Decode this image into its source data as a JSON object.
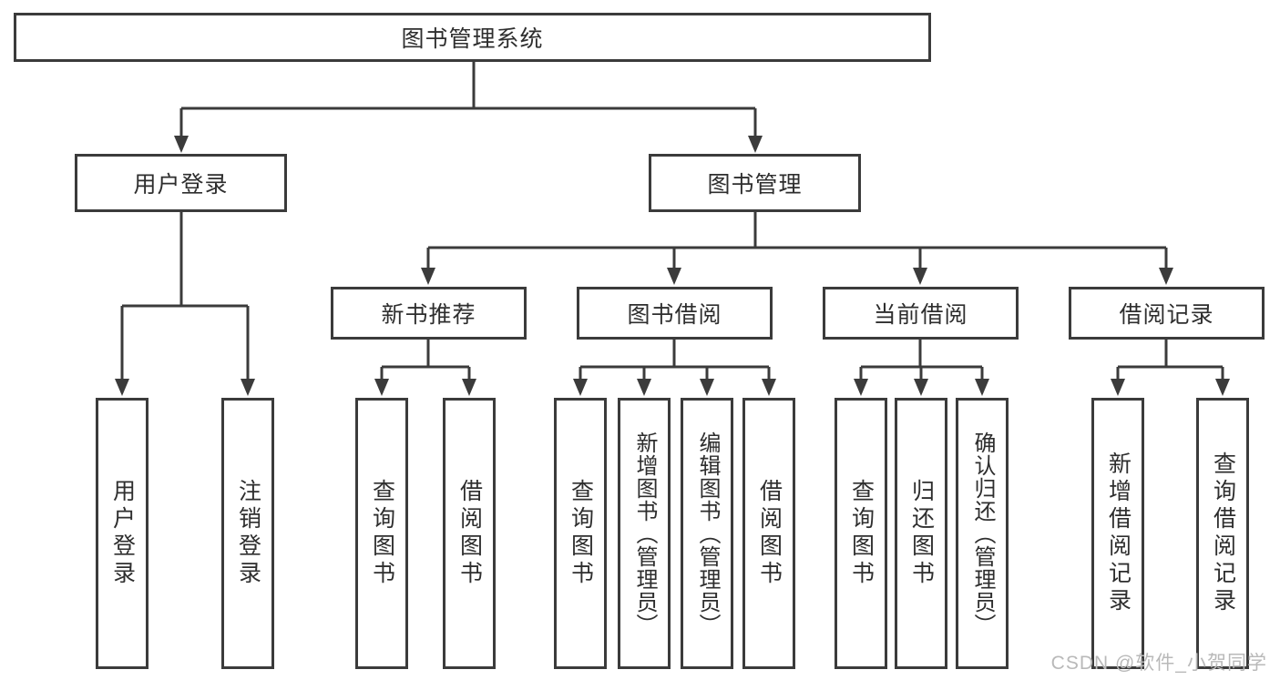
{
  "diagram": {
    "root": {
      "label": "图书管理系统"
    },
    "branches": {
      "user_login": {
        "label": "用户登录",
        "children": [
          "用户登录",
          "注销登录"
        ]
      },
      "book_management": {
        "label": "图书管理",
        "sections": {
          "new_book_recommendation": {
            "label": "新书推荐",
            "children": [
              "查询图书",
              "借阅图书"
            ]
          },
          "book_borrowing": {
            "label": "图书借阅",
            "children": [
              "查询图书",
              "新增图书（管理员）",
              "编辑图书（管理员）",
              "借阅图书"
            ]
          },
          "current_borrowing": {
            "label": "当前借阅",
            "children": [
              "查询图书",
              "归还图书",
              "确认归还（管理员）"
            ]
          },
          "borrowing_records": {
            "label": "借阅记录",
            "children": [
              "新增借阅记录",
              "查询借阅记录"
            ]
          }
        }
      }
    },
    "watermark": "CSDN @软件_小贺同学",
    "colors": {
      "line": "#3b3b3b",
      "text": "#2e2e2e",
      "background": "#ffffff",
      "watermark": "#b9b9b9"
    }
  }
}
